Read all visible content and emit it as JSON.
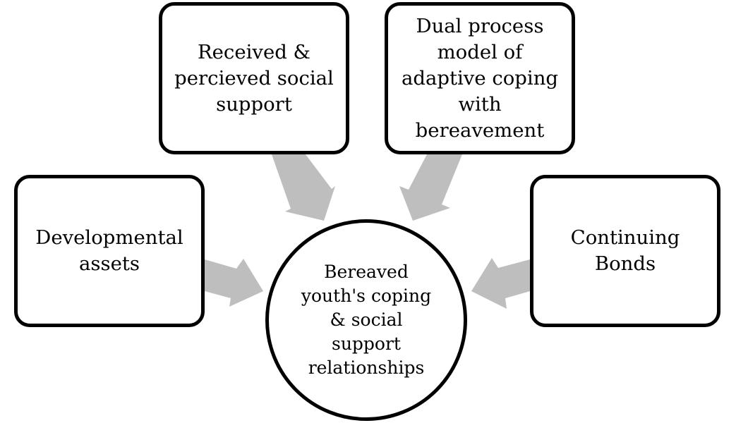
{
  "diagram": {
    "center_label": "Bereaved\nyouth's coping\n& social\nsupport\nrelationships",
    "nodes": {
      "left": "Developmental\nassets",
      "top_left": "Received &\npercieved social\nsupport",
      "top_right": "Dual process\nmodel of\nadaptive coping\nwith\nbereavement",
      "right": "Continuing\nBonds"
    },
    "arrow_color": "#bebebe",
    "border_color": "#000000"
  }
}
